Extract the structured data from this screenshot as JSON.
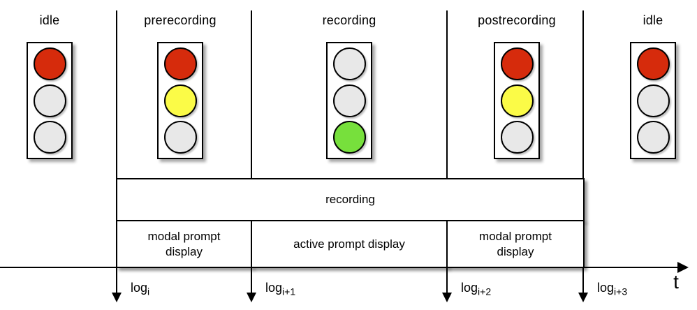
{
  "states": [
    {
      "label": "idle",
      "lights": [
        "red",
        "off",
        "off"
      ]
    },
    {
      "label": "prerecording",
      "lights": [
        "red",
        "yellow",
        "off"
      ]
    },
    {
      "label": "recording",
      "lights": [
        "off",
        "off",
        "green"
      ]
    },
    {
      "label": "postrecording",
      "lights": [
        "red",
        "yellow",
        "off"
      ]
    },
    {
      "label": "idle",
      "lights": [
        "red",
        "off",
        "off"
      ]
    }
  ],
  "bars": {
    "recording": "recording",
    "prompts": [
      {
        "label": "modal prompt display"
      },
      {
        "label": "active prompt display"
      },
      {
        "label": "modal prompt display"
      }
    ]
  },
  "logs": [
    {
      "base": "log",
      "sub": "i"
    },
    {
      "base": "log",
      "sub": "i+1"
    },
    {
      "base": "log",
      "sub": "i+2"
    },
    {
      "base": "log",
      "sub": "i+3"
    }
  ],
  "axis": {
    "label": "t"
  },
  "colors": {
    "red": "#d62b0c",
    "yellow": "#fbfb47",
    "green": "#77e03c",
    "off": "#e8e8e8"
  }
}
